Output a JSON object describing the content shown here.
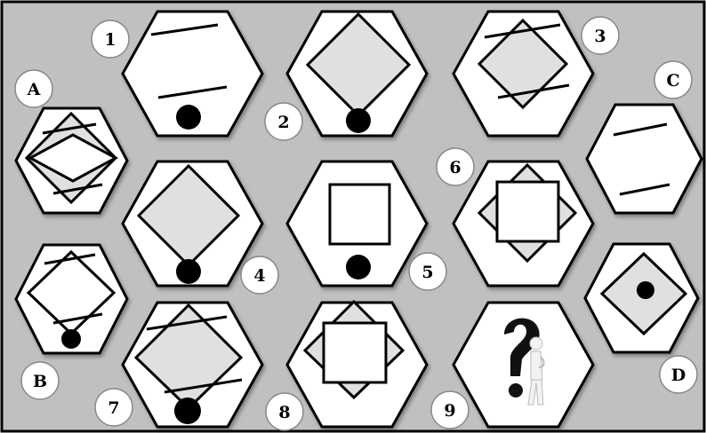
{
  "puzzle": {
    "background_color": "#c0c0c0",
    "hex_fill": "#ffffff",
    "shape_fill": "#e0e0e0",
    "stroke_color": "#000000",
    "cells": [
      {
        "label": "1",
        "contents": [
          "two-lines",
          "dot"
        ]
      },
      {
        "label": "2",
        "contents": [
          "diamond",
          "dot"
        ]
      },
      {
        "label": "3",
        "contents": [
          "diamond",
          "two-lines"
        ]
      },
      {
        "label": "4",
        "contents": [
          "diamond",
          "dot"
        ]
      },
      {
        "label": "5",
        "contents": [
          "square",
          "dot"
        ]
      },
      {
        "label": "6",
        "contents": [
          "diamond",
          "square"
        ]
      },
      {
        "label": "7",
        "contents": [
          "diamond",
          "two-lines",
          "dot"
        ]
      },
      {
        "label": "8",
        "contents": [
          "diamond",
          "square"
        ]
      },
      {
        "label": "9",
        "contents": [
          "question-mark-figure"
        ]
      }
    ],
    "options": [
      {
        "label": "A",
        "contents": [
          "two-diamonds",
          "two-lines"
        ]
      },
      {
        "label": "B",
        "contents": [
          "diamond",
          "two-lines",
          "dot"
        ]
      },
      {
        "label": "C",
        "contents": [
          "two-lines"
        ]
      },
      {
        "label": "D",
        "contents": [
          "diamond",
          "dot"
        ]
      }
    ]
  }
}
